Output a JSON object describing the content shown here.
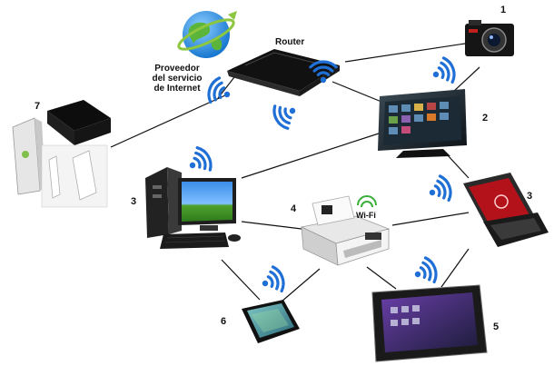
{
  "labels": {
    "router": "Router",
    "isp_line1": "Proveedor",
    "isp_line2": "del servicio",
    "isp_line3": "de Internet",
    "n1": "1",
    "n2": "2",
    "n3_left": "3",
    "n3_right": "3",
    "n4": "4",
    "n5": "5",
    "n6": "6",
    "n7": "7",
    "wifi_text": "Wi-Fi"
  },
  "icons": {
    "globe": "globe-icon",
    "router": "router-icon",
    "camera": "camera-icon",
    "tv": "tv-icon",
    "pc": "desktop-computer-icon",
    "laptop": "laptop-icon",
    "printer": "printer-icon",
    "tablet": "tablet-icon",
    "phone": "smartphone-icon",
    "consoles": "game-console-icon",
    "wifi": "wifi-signal-icon"
  },
  "colors": {
    "wifi_blue": "#1f6fd6",
    "line": "#111111",
    "globe_green": "#5bb53a",
    "globe_blue": "#2a8fe0",
    "laptop_red": "#b3121a"
  }
}
